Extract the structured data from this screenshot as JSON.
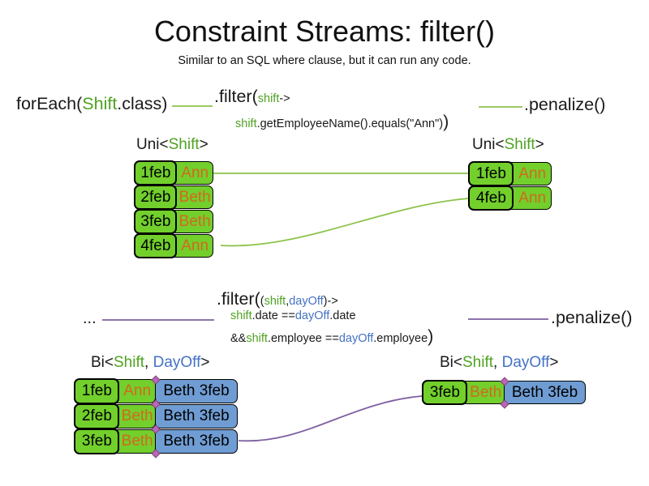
{
  "title": "Constraint Streams: filter()",
  "subtitle": "Similar to an SQL where clause, but it can run any code.",
  "colors": {
    "box_green": "#72cf2c",
    "box_blue": "#6f9cd3",
    "text_orange": "#d2691e",
    "code_green": "#50a221",
    "code_blue": "#4472c4",
    "line_green": "#8cc34b",
    "line_purple": "#7e5fa0",
    "diamond": "#bd66b5"
  },
  "section1": {
    "foreach_pre": "forEach(",
    "foreach_class": "Shift",
    "foreach_post": ".class)",
    "filter_head": ".filter(",
    "filter_param": "shift",
    "filter_arrow": " ->",
    "filter_body_var": "shift",
    "filter_body_rest": ".getEmployeeName().equals(\"Ann\")",
    "filter_close": ")",
    "penalize": ".penalize()",
    "left_table": {
      "header_pre": "Uni<",
      "header_type": "Shift",
      "header_post": ">",
      "rows": [
        {
          "date": "1feb",
          "name": "Ann"
        },
        {
          "date": "2feb",
          "name": "Beth"
        },
        {
          "date": "3feb",
          "name": "Beth"
        },
        {
          "date": "4feb",
          "name": "Ann"
        }
      ]
    },
    "right_table": {
      "header_pre": "Uni<",
      "header_type": "Shift",
      "header_post": ">",
      "rows": [
        {
          "date": "1feb",
          "name": "Ann"
        },
        {
          "date": "4feb",
          "name": "Ann"
        }
      ]
    }
  },
  "section2": {
    "source_ellipsis": "...",
    "filter_head": ".filter(",
    "paren_open": "(",
    "param1": "shift",
    "comma": ", ",
    "param2": "dayOff",
    "paren_close": ")",
    "arrow": " ->",
    "line2_var1": "shift",
    "line2_mid": ".date == ",
    "line2_var2": "dayOff",
    "line2_end": ".date",
    "line3_and": "&& ",
    "line3_var1": "shift",
    "line3_mid": ".employee == ",
    "line3_var2": "dayOff",
    "line3_end": ".employee",
    "filter_close": ")",
    "penalize": ".penalize()",
    "left_table": {
      "header_pre": "Bi<",
      "header_type1": "Shift",
      "header_comma": ", ",
      "header_type2": "DayOff",
      "header_post": ">",
      "rows": [
        {
          "date": "1feb",
          "name": "Ann",
          "pair": "Beth 3feb"
        },
        {
          "date": "2feb",
          "name": "Beth",
          "pair": "Beth 3feb"
        },
        {
          "date": "3feb",
          "name": "Beth",
          "pair": "Beth 3feb"
        }
      ]
    },
    "right_table": {
      "header_pre": "Bi<",
      "header_type1": "Shift",
      "header_comma": ", ",
      "header_type2": "DayOff",
      "header_post": ">",
      "rows": [
        {
          "date": "3feb",
          "name": "Beth",
          "pair": "Beth 3feb"
        }
      ]
    }
  }
}
